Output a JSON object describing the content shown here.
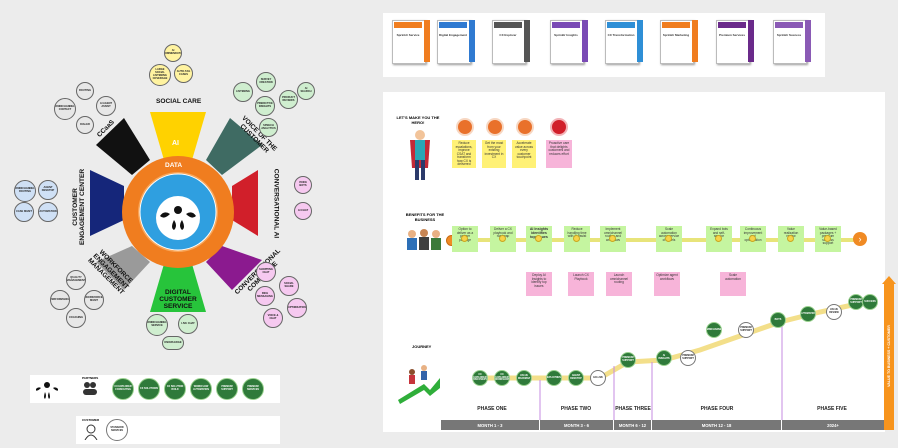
{
  "wheel": {
    "center_title": "DATA",
    "ring_title": "AI",
    "segments": [
      "SOCIAL CARE",
      "VOICE OF THE CUSTOMER",
      "CONVERSATIONAL AI",
      "CONVERSATIONAL COMMERCE",
      "DIGITAL CUSTOMER SERVICE",
      "WORKFORCE ENGAGEMENT MANAGEMENT",
      "CUSTOMER ENGAGEMENT CENTER",
      "CCaaS"
    ],
    "nodes": {
      "social_care": [
        "AI RECOMMENDATIONS",
        "LARGE SOCIAL LISTENING COVERAGE",
        "AUTO-TAG CASES"
      ],
      "voc": [
        "SURVEY CREATION",
        "LISTENING",
        "PREDICTIVE INSIGHTS",
        "PRODUCT REVIEWS",
        "AI SEARCH",
        "SPEECH ANALYTICS"
      ],
      "conv_ai": [
        "VOICE BOTS",
        "AI CHAT"
      ],
      "conv_commerce": [
        "SHOPPING CHAT",
        "SOCIAL SHARE",
        "RICH MESSAGING",
        "VOICE & CHAT",
        "OPTIMIZATION"
      ],
      "digital": [
        "OMNICHANNEL SERVICE",
        "LIVE CHAT",
        "KNOWLEDGE"
      ],
      "wem": [
        "QUALITY MANAGEMENT",
        "WORKFORCE MGMT",
        "PERFORMANCE",
        "COACHING"
      ],
      "cec": [
        "OMNICHANNEL ROUTING",
        "AGENT DESKTOP",
        "CASE MGMT",
        "AUTOMATION"
      ],
      "ccaas": [
        "ROUTING",
        "AI AGENT ASSIST",
        "OMNICHANNEL CONTACT",
        "DIALER"
      ]
    },
    "colors": {
      "orange": "#f07d1f",
      "teal": "#3f6b63",
      "red": "#d11f2a",
      "purple": "#8b1a8f",
      "green": "#27c43b",
      "gray": "#9a9a9a",
      "navy": "#15267a",
      "black": "#111111",
      "yellow": "#ffd200",
      "blue": "#2f9fe0"
    }
  },
  "legend": {
    "partners_label": "PARTNERS",
    "partner_items": [
      "CX EXPLORER CONSULTING",
      "CX SOLUTIONS",
      "CX SOLUTION BUILD",
      "WORKFLOW AUTOMATION",
      "PREMIUM SUPPORT",
      "PREMIUM SERVICES"
    ],
    "customer_label": "CUSTOMER",
    "customer_items": [
      "STANDARD SERVICES"
    ]
  },
  "products": [
    "Sprinklr Service",
    "Digital Engagement",
    "CX Explorer",
    "Sprinklr Insights",
    "CX Transformation",
    "Sprinklr Marketing",
    "Premium Services",
    "Sprinklr Success"
  ],
  "hero": {
    "label": "LET'S MAKE YOU THE HERO!",
    "notes": [
      "Reduce escalations, improve CSAT and transform how CX is delivered",
      "Get the most from your existing investment in CX",
      "Accelerate value across every customer touchpoint",
      "Proactive care that delights customers and reduces effort"
    ]
  },
  "benefits": {
    "label": "BENEFITS FOR THE BUSINESS",
    "notes": [
      "Option to deliver as a partner package",
      "Deliver a CX playbook and roadmap",
      "AI Insights identifies top issues",
      "Reduce handling time with AI assist",
      "Implement omnichannel routing and workflows",
      "Scale automation across service channels",
      "Expand bots and self-service",
      "Continuous improvement and optimization",
      "Value realization review",
      "Value-based packages + premium success support"
    ],
    "pink_notes": [
      "Deploy AI Insights to identify top issues",
      "Launch CX Playbook",
      "Launch omnichannel routing",
      "Optimize agent workflows",
      "Scale automation"
    ]
  },
  "journey": {
    "label": "JOURNEY",
    "nodes": [
      "CX EXPLORER DISCOVERY",
      "CX EXPLORER WORKSHOP",
      "VALUE ROADMAP",
      "DEPLOYMENT",
      "AGENT DESKTOP",
      "GO-LIVE",
      "PREMIUM SUPPORT",
      "AI INSIGHTS",
      "PREMIUM SUPPORT",
      "OMNICHANNEL",
      "PREMIUM SUPPORT",
      "BOTS",
      "AUTOMATION",
      "VALUE REVIEW",
      "PREMIUM SUPPORT",
      "SUCCESS"
    ],
    "phases": [
      "PHASE ONE",
      "PHASE TWO",
      "PHASE THREE",
      "PHASE FOUR",
      "PHASE FIVE"
    ],
    "months": [
      "MONTH 1 - 3",
      "MONTH 3 - 6",
      "MONTH 6 - 12",
      "MONTH 12 - 18",
      "2024+"
    ],
    "axis_label": "VALUE TO BUSINESS + CUSTOMER"
  }
}
